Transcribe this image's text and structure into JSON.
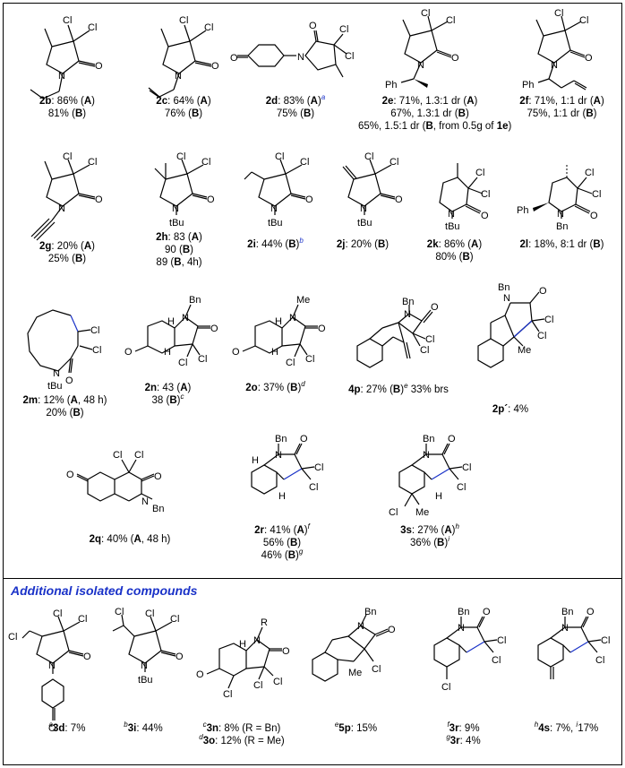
{
  "entries": [
    {
      "id": "2b",
      "lines": [
        "<b>2b</b>: 86% (<b>A</b>)",
        "81% (<b>B</b>)"
      ]
    },
    {
      "id": "2c",
      "lines": [
        "<b>2c</b>: 64% (<b>A</b>)",
        "76% (<b>B</b>)"
      ]
    },
    {
      "id": "2d",
      "lines": [
        "<b>2d</b>: 83% (<b>A</b>)<i class=\"sup blue\">a</i>",
        "75% (<b>B</b>)"
      ]
    },
    {
      "id": "2e",
      "lines": [
        "<b>2e</b>: 71%, 1.3:1 dr (<b>A</b>)",
        "67%, 1.3:1 dr (<b>B</b>)",
        "65%, 1.5:1 dr (<b>B</b>, from 0.5g of <b>1e</b>)"
      ]
    },
    {
      "id": "2f",
      "lines": [
        "<b>2f</b>: 71%, 1:1 dr (<b>A</b>)",
        "75%, 1:1 dr (<b>B</b>)"
      ]
    },
    {
      "id": "2g",
      "lines": [
        "<b>2g</b>: 20% (<b>A</b>)",
        "25% (<b>B</b>)"
      ]
    },
    {
      "id": "2h",
      "lines": [
        "<b>2h</b>: 83 (<b>A</b>)",
        "90 (<b>B</b>)",
        "89 (<b>B</b>, 4h)"
      ]
    },
    {
      "id": "2i",
      "lines": [
        "<b>2i</b>: 44% (<b>B</b>)<i class=\"sup blue\">b</i>"
      ]
    },
    {
      "id": "2j",
      "lines": [
        "<b>2j</b>: 20% (<b>B</b>)"
      ]
    },
    {
      "id": "2k",
      "lines": [
        "<b>2k</b>: 86% (<b>A</b>)",
        "80% (<b>B</b>)"
      ]
    },
    {
      "id": "2l",
      "lines": [
        "<b>2l</b>: 18%, 8:1 dr (<b>B</b>)"
      ]
    },
    {
      "id": "2m",
      "lines": [
        "<b>2m</b>: 12% (<b>A</b>, 48 h)",
        "20% (<b>B</b>)"
      ]
    },
    {
      "id": "2n",
      "lines": [
        "<b>2n</b>: 43 (<b>A</b>)",
        "38 (<b>B</b>)<i class=\"sup\">c</i>"
      ]
    },
    {
      "id": "2o",
      "lines": [
        "<b>2o</b>: 37% (<b>B</b>)<i class=\"sup\">d</i>"
      ]
    },
    {
      "id": "4p",
      "lines": [
        "<b>4p</b>: 27% (<b>B</b>)<i class=\"sup\">e</i> 33% brs"
      ]
    },
    {
      "id": "2p",
      "lines": [
        "<b>2p´</b>: 4%"
      ]
    },
    {
      "id": "2q",
      "lines": [
        "<b>2q</b>: 40% (<b>A</b>, 48 h)"
      ]
    },
    {
      "id": "2r",
      "lines": [
        "<b>2r</b>: 41% (<b>A</b>)<i class=\"sup\">f</i>",
        "56% (<b>B</b>)",
        "46% (<b>B</b>)<i class=\"sup\">g</i>"
      ]
    },
    {
      "id": "3s",
      "lines": [
        "<b>3s</b>: 27% (<b>A</b>)<i class=\"sup\">h</i>",
        "36% (<b>B</b>)<i class=\"sup\">i</i>"
      ]
    },
    {
      "id": "3d",
      "lines": [
        "<i class=\"sup\">a</i><b>3d</b>: 7%"
      ]
    },
    {
      "id": "3i",
      "lines": [
        "<i class=\"sup\">b</i><b>3i</b>: 44%"
      ]
    },
    {
      "id": "3n",
      "lines": [
        "<i class=\"sup\">c</i><b>3n</b>: 8% (R = Bn)",
        "<i class=\"sup\">d</i><b>3o</b>: 12% (R = Me)"
      ]
    },
    {
      "id": "5p",
      "lines": [
        "<i class=\"sup\">e</i><b>5p</b>: 15%"
      ]
    },
    {
      "id": "3r",
      "lines": [
        "<i class=\"sup\">f</i><b>3r</b>: 9%",
        "<i class=\"sup\">g</i><b>3r</b>: 4%"
      ]
    },
    {
      "id": "4s",
      "lines": [
        "<i class=\"sup\">h</i><b>4s</b>: 7%, <i class=\"sup\">i</i>17%"
      ]
    }
  ],
  "section_title": "Additional isolated compounds",
  "atoms": {
    "cl": "Cl",
    "n": "N",
    "o": "O",
    "h": "H",
    "ph": "Ph",
    "bn": "Bn",
    "me": "Me",
    "tbu": "Bu",
    "t": "t",
    "r": "R"
  }
}
